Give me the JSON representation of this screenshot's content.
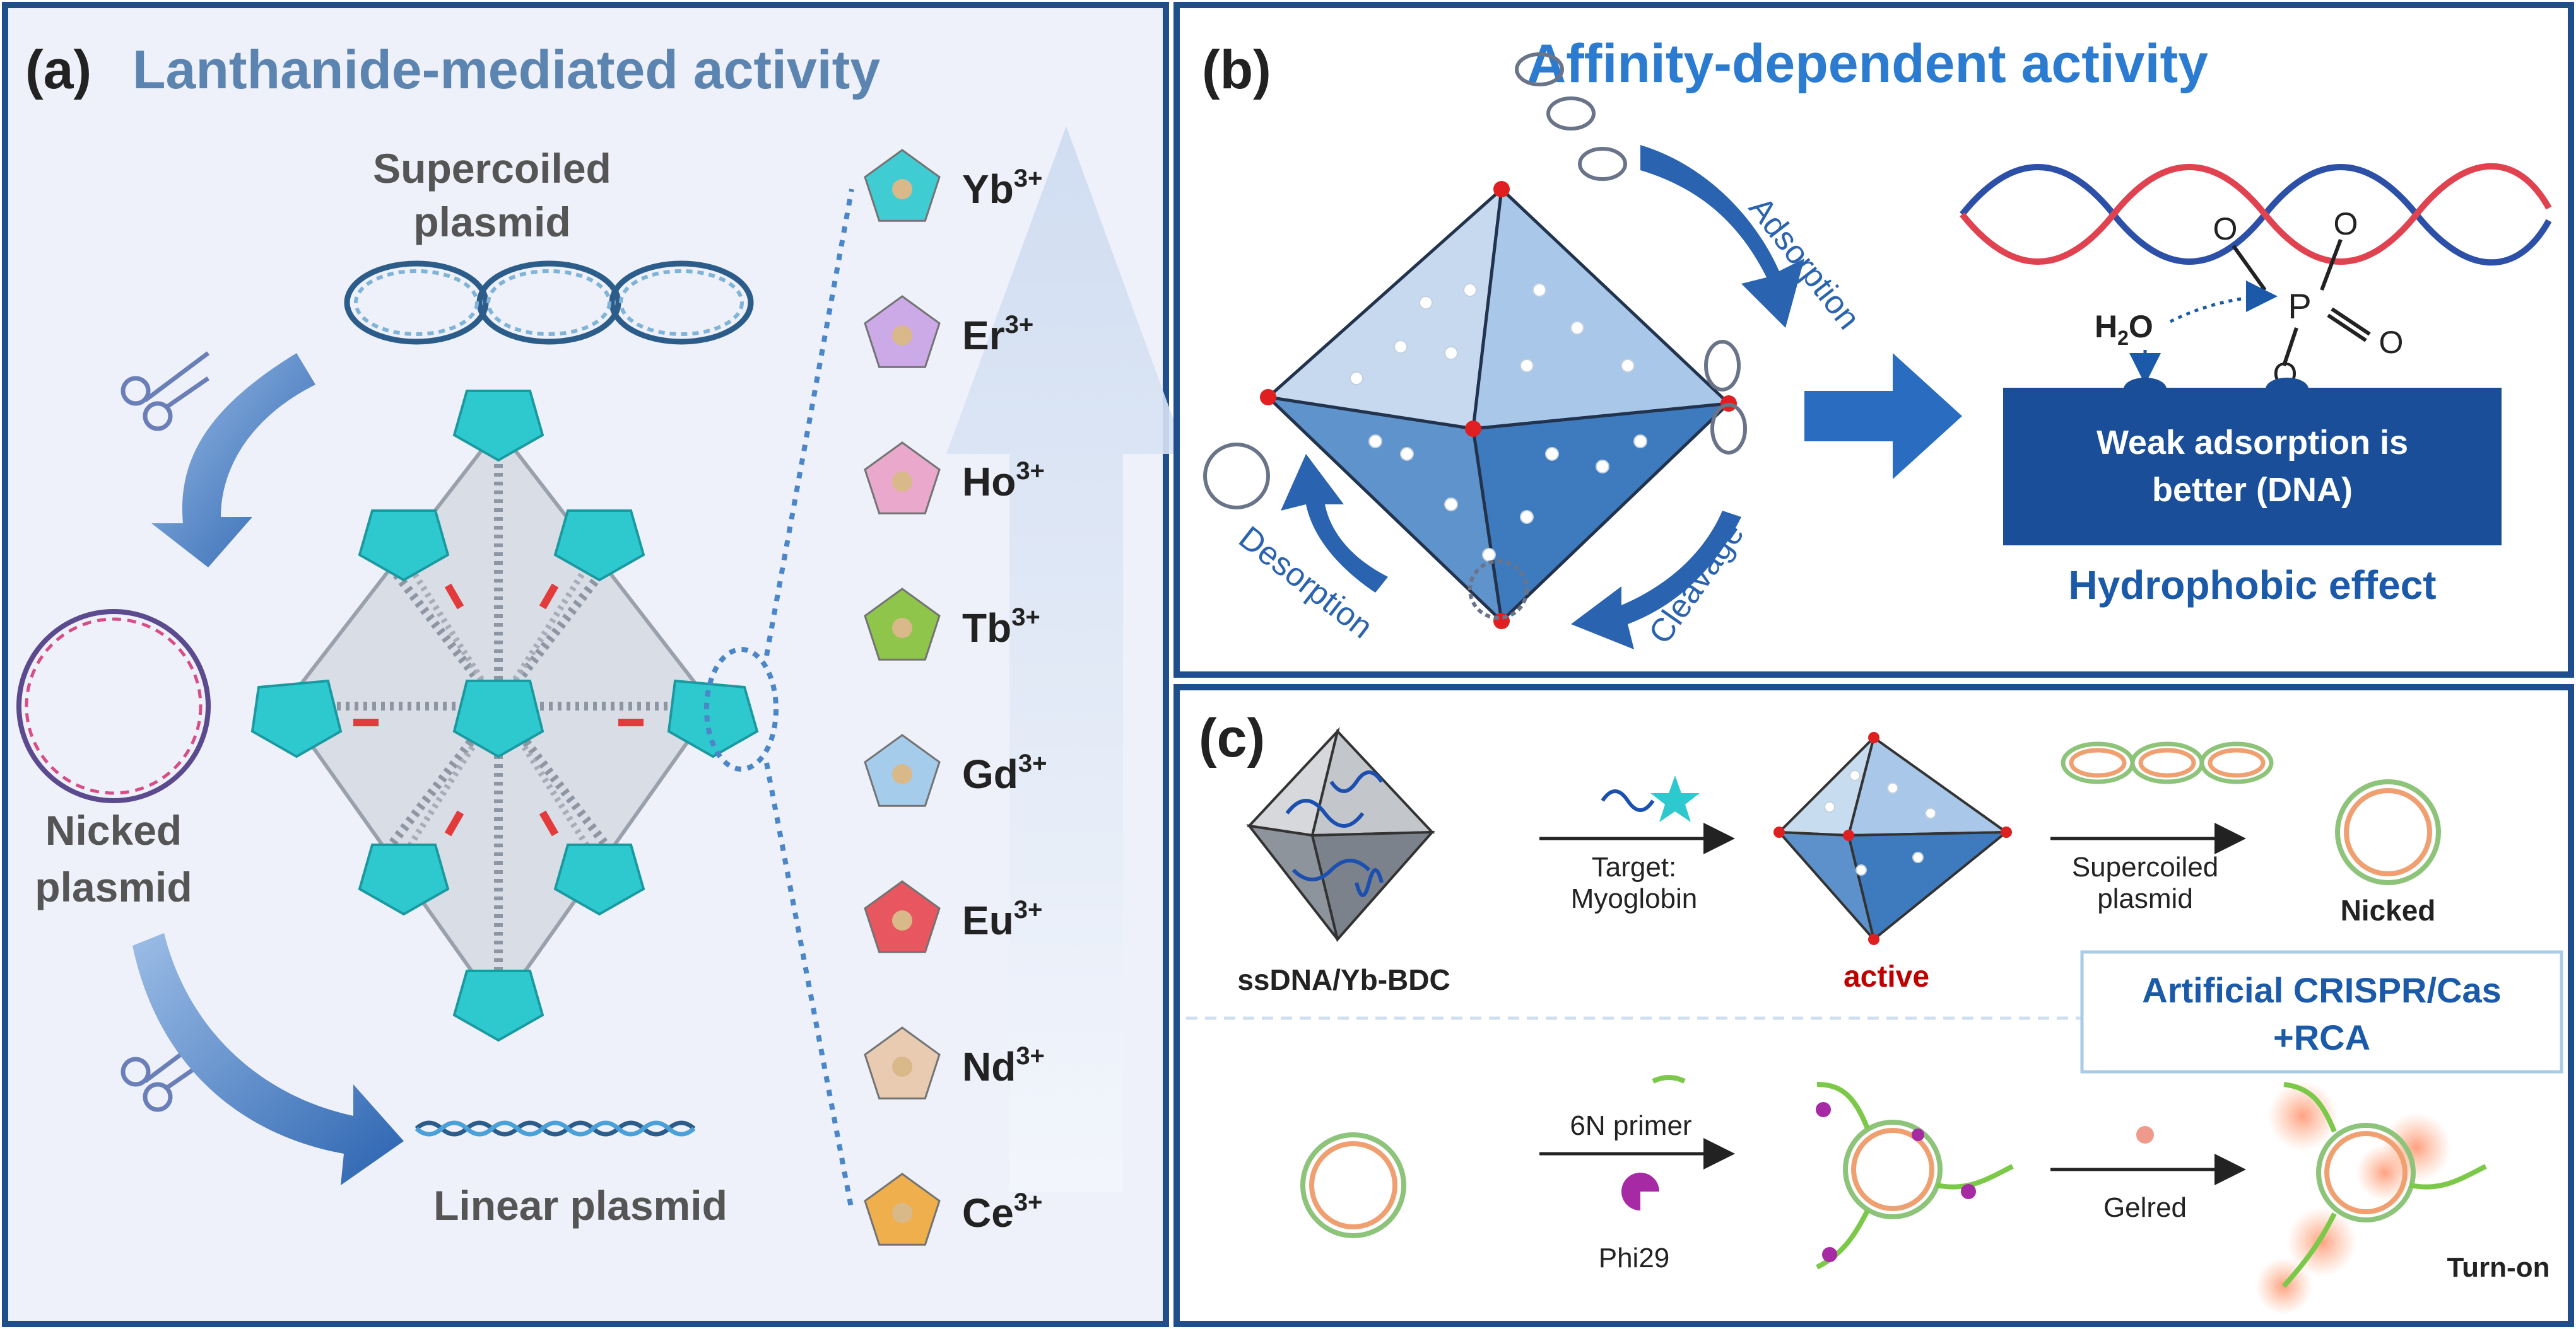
{
  "panel_a": {
    "letter": "(a)",
    "title": "Lanthanide-mediated activity",
    "supercoiled_line1": "Supercoiled",
    "supercoiled_line2": "plasmid",
    "nicked_line1": "Nicked",
    "nicked_line2": "plasmid",
    "linear": "Linear plasmid",
    "ions": [
      {
        "name": "Yb",
        "sup": "3+",
        "color": "#2ec9cf"
      },
      {
        "name": "Er",
        "sup": "3+",
        "color": "#c9a2e6"
      },
      {
        "name": "Ho",
        "sup": "3+",
        "color": "#eaa2c8"
      },
      {
        "name": "Tb",
        "sup": "3+",
        "color": "#86c13a"
      },
      {
        "name": "Gd",
        "sup": "3+",
        "color": "#9ec9ea"
      },
      {
        "name": "Eu",
        "sup": "3+",
        "color": "#e8474f"
      },
      {
        "name": "Nd",
        "sup": "3+",
        "color": "#e8c7aa"
      },
      {
        "name": "Ce",
        "sup": "3+",
        "color": "#f0a83a"
      }
    ]
  },
  "panel_b": {
    "letter": "(b)",
    "title": "Affinity-dependent activity",
    "adsorption": "Adsorption",
    "desorption": "Desorption",
    "cleavage": "Cleavage",
    "water": "H",
    "water_sub": "2",
    "water_end": "O",
    "box_line1": "Weak adsorption is",
    "box_line2": "better (DNA)",
    "effect": "Hydrophobic effect",
    "phosphate": {
      "o_top": "O",
      "o_right": "O",
      "p": "P",
      "o_double": "O",
      "o_bottom": "O"
    }
  },
  "panel_c": {
    "letter": "(c)",
    "mof_label": "ssDNA/Yb-BDC",
    "target_line1": "Target:",
    "target_line2": "Myoglobin",
    "active": "active",
    "supercoiled_line1": "Supercoiled",
    "supercoiled_line2": "plasmid",
    "nicked": "Nicked",
    "crispr_line1": "Artificial CRISPR/Cas",
    "crispr_line2": "+RCA",
    "primer": "6N primer",
    "phi": "Phi29",
    "gelred": "Gelred",
    "turnon": "Turn-on"
  },
  "colors": {
    "frame": "#1f4e8c",
    "title_a": "#5b84b1",
    "title_b": "#2b7bd0",
    "dark_blue": "#1a5aa8",
    "text_gray": "#555555",
    "active_red": "#c00000",
    "cyan": "#2ec9cf"
  }
}
